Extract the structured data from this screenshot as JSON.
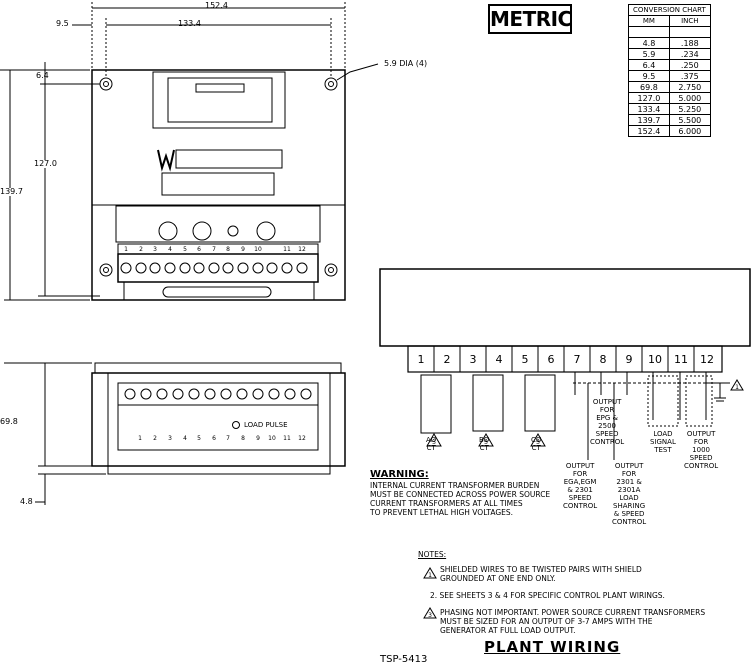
{
  "metric_badge": "METRIC",
  "conversion_chart": {
    "title": "CONVERSION CHART",
    "col_mm": "MM",
    "col_inch": "INCH",
    "rows": [
      [
        "4.8",
        ".188"
      ],
      [
        "5.9",
        ".234"
      ],
      [
        "6.4",
        ".250"
      ],
      [
        "9.5",
        ".375"
      ],
      [
        "69.8",
        "2.750"
      ],
      [
        "127.0",
        "5.000"
      ],
      [
        "133.4",
        "5.250"
      ],
      [
        "139.7",
        "5.500"
      ],
      [
        "152.4",
        "6.000"
      ]
    ]
  },
  "dimensions": {
    "d152": "152.4",
    "d9_5": "9.5",
    "d133": "133.4",
    "dia": "5.9 DIA (4)",
    "d6_4": "6.4",
    "d127": "127.0",
    "d139": "139.7",
    "d69": "69.8",
    "d4_8": "4.8"
  },
  "load_pulse": "LOAD PULSE",
  "terminal_numbers": [
    "1",
    "2",
    "3",
    "4",
    "5",
    "6",
    "7",
    "8",
    "9",
    "10",
    "11",
    "12"
  ],
  "ct_labels": {
    "a": [
      "AØ",
      "CT"
    ],
    "b": [
      "BØ",
      "CT"
    ],
    "c": [
      "CØ",
      "CT"
    ]
  },
  "ct_note": "3",
  "control_labels": {
    "output_epg": [
      "OUTPUT",
      "FOR",
      "EPG &",
      "2500",
      "SPEED",
      "CONTROL"
    ],
    "load_test": [
      "LOAD",
      "SIGNAL",
      "TEST"
    ],
    "output_1000": [
      "OUTPUT",
      "FOR",
      "1000",
      "SPEED",
      "CONTROL"
    ],
    "output_egal": [
      "OUTPUT",
      "FOR",
      "EGA,EGM",
      "& 2301",
      "SPEED",
      "CONTROL"
    ],
    "output_2301": [
      "OUTPUT",
      "FOR",
      "2301 &",
      "2301A",
      "LOAD",
      "SHARING",
      "& SPEED",
      "CONTROL"
    ]
  },
  "warning": {
    "heading": "WARNING:",
    "lines": [
      "INTERNAL CURRENT TRANSFORMER BURDEN",
      "MUST BE CONNECTED ACROSS POWER SOURCE",
      "CURRENT TRANSFORMERS AT ALL TIMES",
      "TO PREVENT LETHAL HIGH VOLTAGES."
    ]
  },
  "notes": {
    "heading": "NOTES:",
    "n1_num": "1",
    "n1": [
      "SHIELDED WIRES TO BE TWISTED PAIRS WITH SHIELD",
      "GROUNDED AT ONE END ONLY."
    ],
    "n2": "2. SEE SHEETS 3 & 4 FOR SPECIFIC CONTROL PLANT WIRINGS.",
    "n3_num": "3",
    "n3": [
      "PHASING NOT IMPORTANT. POWER SOURCE CURRENT TRANSFORMERS",
      "MUST BE SIZED FOR AN OUTPUT OF 3-7 AMPS WITH THE",
      "GENERATOR AT FULL LOAD OUTPUT."
    ]
  },
  "title": "PLANT WIRING",
  "drawing_number": "TSP-5413",
  "shield_note": "1"
}
